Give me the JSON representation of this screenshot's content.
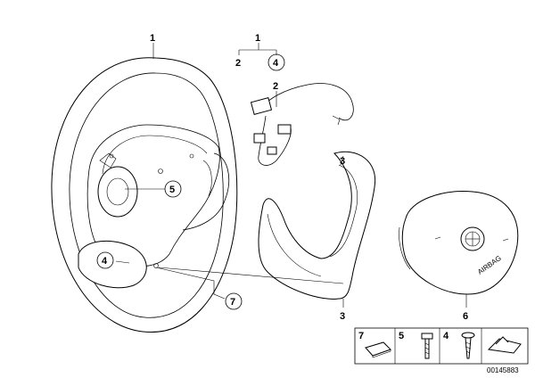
{
  "callouts": {
    "wheel": "1",
    "group": "1",
    "group_sub_left": "2",
    "group_sub_right": "4",
    "harness": "2",
    "cover": "3",
    "airbag": "6",
    "hub": "5",
    "pad": "4",
    "screw_ref": "7"
  },
  "legend": {
    "item_a": "7",
    "item_b": "5",
    "item_c": "4"
  },
  "airbag_text": "AIRBAG",
  "diagram_number": "00145883"
}
